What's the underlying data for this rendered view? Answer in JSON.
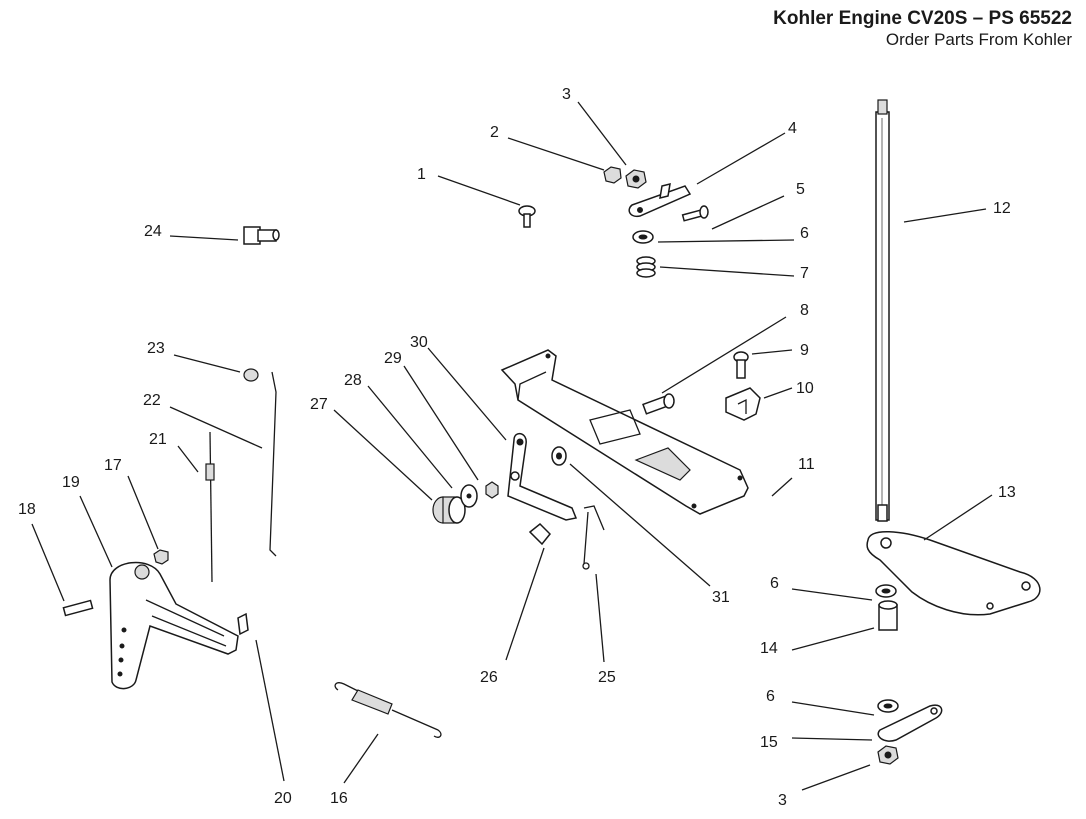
{
  "header": {
    "title": "Kohler Engine CV20S  –  PS 65522",
    "subtitle": "Order Parts From Kohler"
  },
  "callouts": [
    {
      "id": "c1",
      "text": "1"
    },
    {
      "id": "c2",
      "text": "2"
    },
    {
      "id": "c3a",
      "text": "3"
    },
    {
      "id": "c4",
      "text": "4"
    },
    {
      "id": "c5",
      "text": "5"
    },
    {
      "id": "c6a",
      "text": "6"
    },
    {
      "id": "c7",
      "text": "7"
    },
    {
      "id": "c8",
      "text": "8"
    },
    {
      "id": "c9",
      "text": "9"
    },
    {
      "id": "c10",
      "text": "10"
    },
    {
      "id": "c11",
      "text": "11"
    },
    {
      "id": "c12",
      "text": "12"
    },
    {
      "id": "c13",
      "text": "13"
    },
    {
      "id": "c6b",
      "text": "6"
    },
    {
      "id": "c14",
      "text": "14"
    },
    {
      "id": "c6c",
      "text": "6"
    },
    {
      "id": "c15",
      "text": "15"
    },
    {
      "id": "c3b",
      "text": "3"
    },
    {
      "id": "c16",
      "text": "16"
    },
    {
      "id": "c17",
      "text": "17"
    },
    {
      "id": "c18",
      "text": "18"
    },
    {
      "id": "c19",
      "text": "19"
    },
    {
      "id": "c20",
      "text": "20"
    },
    {
      "id": "c21",
      "text": "21"
    },
    {
      "id": "c22",
      "text": "22"
    },
    {
      "id": "c23",
      "text": "23"
    },
    {
      "id": "c24",
      "text": "24"
    },
    {
      "id": "c25",
      "text": "25"
    },
    {
      "id": "c26",
      "text": "26"
    },
    {
      "id": "c27",
      "text": "27"
    },
    {
      "id": "c28",
      "text": "28"
    },
    {
      "id": "c29",
      "text": "29"
    },
    {
      "id": "c30",
      "text": "30"
    },
    {
      "id": "c31",
      "text": "31"
    }
  ]
}
